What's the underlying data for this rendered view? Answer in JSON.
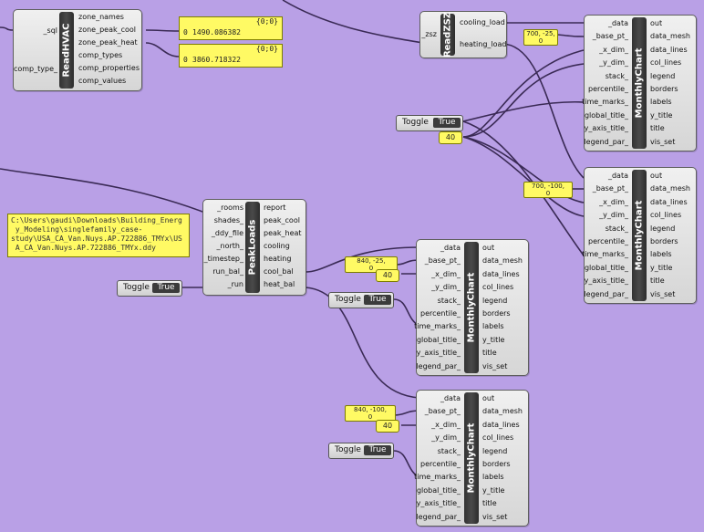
{
  "canvas": {
    "background": "#b9a0e6",
    "wire_color": "#3a2a55"
  },
  "readhvac": {
    "title": "ReadHVAC",
    "inputs": [
      "_sql",
      "comp_type_"
    ],
    "outputs": [
      "zone_names",
      "zone_peak_cool",
      "zone_peak_heat",
      "comp_types",
      "comp_properties",
      "comp_values"
    ]
  },
  "panel_cool": {
    "header": "{0;0}",
    "index": "0",
    "value": "1490.086382"
  },
  "panel_heat": {
    "header": "{0;0}",
    "index": "0",
    "value": "3860.718322"
  },
  "readzsz": {
    "title": "ReadZSZ",
    "inputs": [
      "_zsz"
    ],
    "outputs": [
      "cooling_load",
      "heating_load"
    ]
  },
  "peakloads": {
    "title": "PeakLoads",
    "inputs": [
      "_rooms",
      "shades_",
      "_ddy_file",
      "_north_",
      "_timestep_",
      "run_bal_",
      "_run"
    ],
    "outputs": [
      "report",
      "peak_cool",
      "peak_heat",
      "cooling",
      "heating",
      "cool_bal",
      "heat_bal"
    ]
  },
  "monthly_chart": {
    "title": "MonthlyChart",
    "inputs": [
      "_data",
      "_base_pt_",
      "_x_dim_",
      "_y_dim_",
      "stack_",
      "percentile_",
      "time_marks_",
      "global_title_",
      "y_axis_title_",
      "legend_par_"
    ],
    "outputs": [
      "out",
      "data_mesh",
      "data_lines",
      "col_lines",
      "legend",
      "borders",
      "labels",
      "y_title",
      "title",
      "vis_set"
    ]
  },
  "ddy_path": "C:\\Users\\gaudi\\Downloads\\Building_Energ\n y_Modeling\\singlefamily_case-\nstudy\\USA_CA_Van.Nuys.AP.722886_TMYx\\US\n A_CA_Van.Nuys.AP.722886_TMYx.ddy",
  "toggles": [
    {
      "label": "Toggle",
      "state": "True"
    },
    {
      "label": "Toggle",
      "state": "True"
    },
    {
      "label": "Toggle",
      "state": "True"
    },
    {
      "label": "Toggle",
      "state": "True"
    }
  ],
  "points": [
    {
      "text": "700, -25,\n0"
    },
    {
      "text": "700, -100,\n0"
    },
    {
      "text": "840, -25,\n0"
    },
    {
      "text": "840, -100,\n0"
    }
  ],
  "numbers": [
    "40",
    "40",
    "40"
  ]
}
